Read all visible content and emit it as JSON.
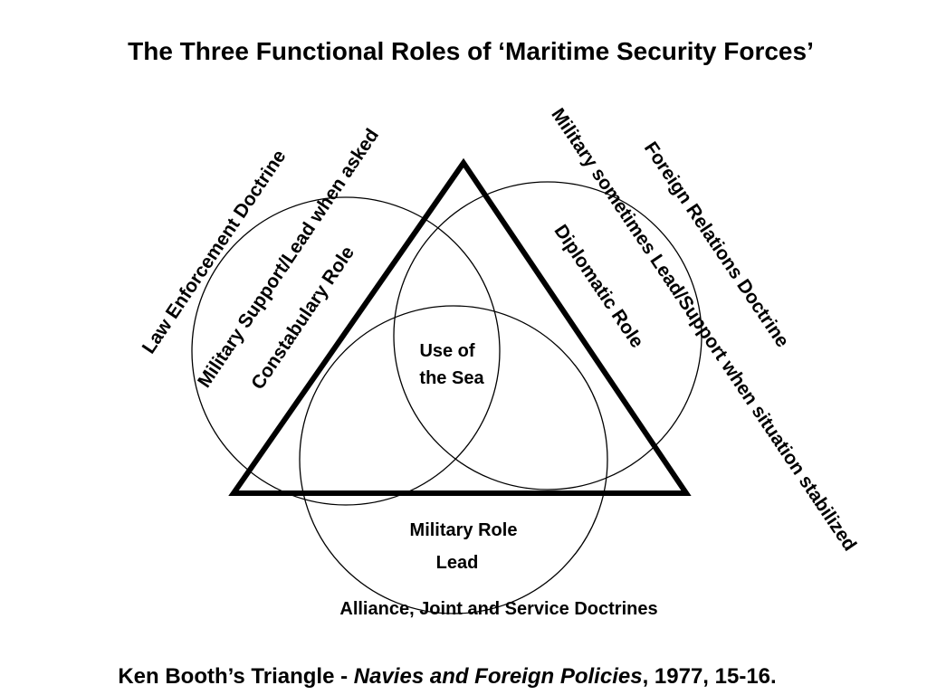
{
  "title": "The Three Functional Roles of ‘Maritime Security Forces’",
  "roles": {
    "constabulary": "Constabulary Role",
    "diplomatic": "Diplomatic Role",
    "military": "Military Role",
    "military_sub": "Lead",
    "center_line1": "Use of",
    "center_line2": "the Sea"
  },
  "doctrines": {
    "law_enforcement": "Law Enforcement Doctrine",
    "foreign_relations": "Foreign Relations Doctrine",
    "alliance": "Alliance, Joint and Service Doctrines"
  },
  "relationships": {
    "military_support": "Military Support/Lead when asked",
    "military_sometimes": "Military sometimes Lead/Support when situation stabilized"
  },
  "citation": {
    "prefix": "Ken Booth’s Triangle - ",
    "work": "Navies and Foreign Policies",
    "suffix": ", 1977, 15-16."
  },
  "colors": {
    "ink": "#000000",
    "background": "#ffffff"
  }
}
